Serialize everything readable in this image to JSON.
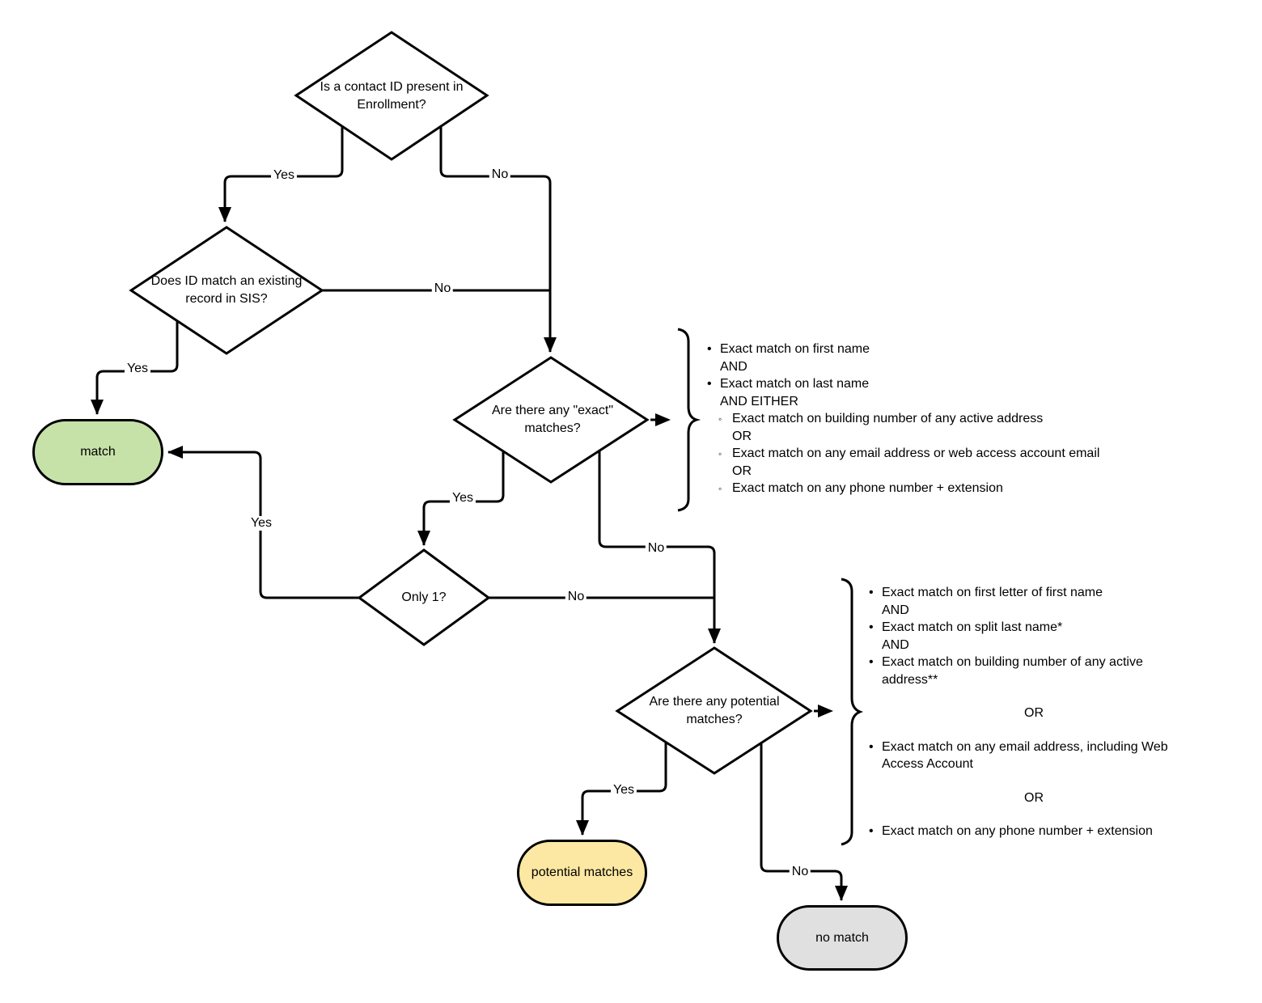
{
  "nodes": {
    "d1": {
      "label": "Is a contact ID present in Enrollment?"
    },
    "d2": {
      "label": "Does ID match an existing record in SIS?"
    },
    "d3": {
      "label": "Are there any \"exact\" matches?"
    },
    "d4": {
      "label": "Only 1?"
    },
    "d5": {
      "label": "Are there any potential matches?"
    },
    "match": {
      "label": "match",
      "color": "#c7e2a9"
    },
    "potential": {
      "label": "potential matches",
      "color": "#fce8a2"
    },
    "nomatch": {
      "label": "no match",
      "color": "#e0e0e0"
    }
  },
  "edges": {
    "d1_yes": "Yes",
    "d1_no": "No",
    "d2_yes": "Yes",
    "d2_no": "No",
    "d3_yes": "Yes",
    "d3_no": "No",
    "d4_yes": "Yes",
    "d4_no": "No",
    "d5_yes": "Yes",
    "d5_no": "No"
  },
  "brace1": {
    "lines": [
      {
        "type": "b",
        "text": "Exact match on first name"
      },
      {
        "type": "c",
        "text": "AND"
      },
      {
        "type": "b",
        "text": "Exact match on last name"
      },
      {
        "type": "c",
        "text": "AND EITHER"
      },
      {
        "type": "s",
        "text": "Exact match on building number of any active address"
      },
      {
        "type": "sc",
        "text": "OR"
      },
      {
        "type": "s",
        "text": "Exact match on any email address or web access account email"
      },
      {
        "type": "sc",
        "text": "OR"
      },
      {
        "type": "s",
        "text": "Exact match on any phone number + extension"
      }
    ]
  },
  "brace2": {
    "lines": [
      {
        "type": "b",
        "text": "Exact match on first letter of first name"
      },
      {
        "type": "c",
        "text": "AND"
      },
      {
        "type": "b",
        "text": "Exact match on split last name*"
      },
      {
        "type": "c",
        "text": "AND"
      },
      {
        "type": "b",
        "text": "Exact match on building number of any active address**"
      },
      {
        "type": "center",
        "text": "OR"
      },
      {
        "type": "b",
        "text": "Exact match on any email address, including Web Access Account"
      },
      {
        "type": "center",
        "text": "OR"
      },
      {
        "type": "b",
        "text": "Exact match on any phone number + extension"
      }
    ]
  }
}
